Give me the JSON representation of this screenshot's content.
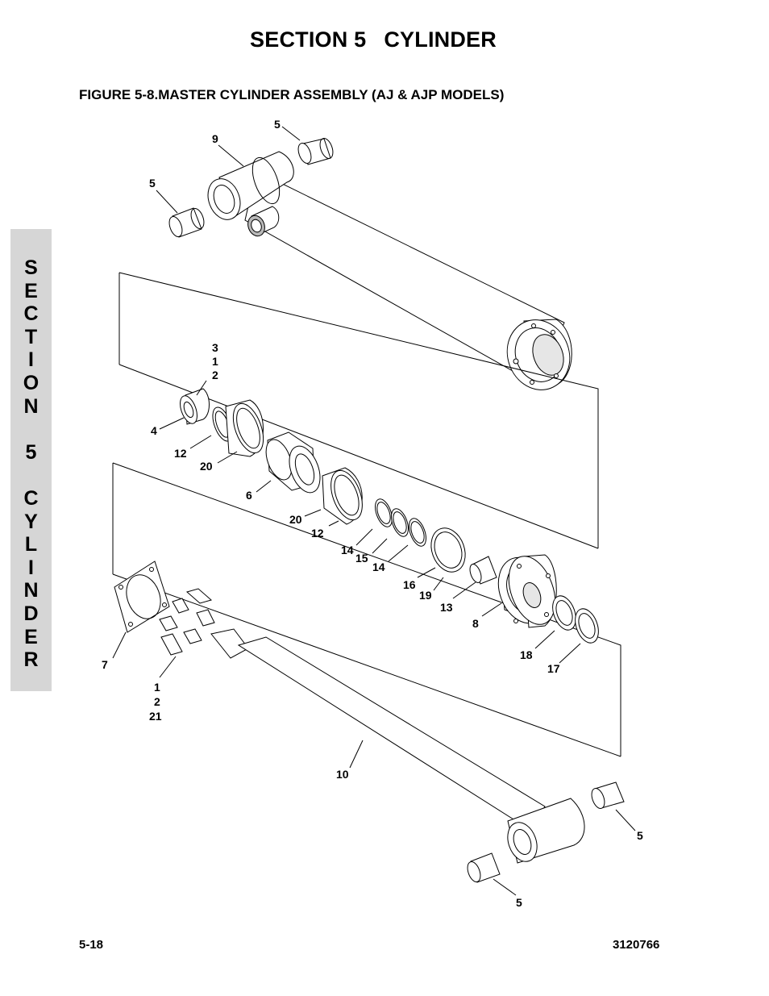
{
  "header": {
    "section": "SECTION 5",
    "topic": "CYLINDER"
  },
  "figure": {
    "title": "FIGURE 5-8.MASTER CYLINDER ASSEMBLY (AJ & AJP MODELS)"
  },
  "side_tab": {
    "letters": [
      "S",
      "E",
      "C",
      "T",
      "I",
      "O",
      "N",
      "",
      "5",
      "",
      "C",
      "Y",
      "L",
      "I",
      "N",
      "D",
      "E",
      "R"
    ]
  },
  "callouts": {
    "barrel": "9",
    "bushing_top_right": "5",
    "bushing_top_left": "5",
    "nut_stack": [
      "3",
      "1",
      "2"
    ],
    "nut": "4",
    "wear_ring_left_a": "12",
    "seal_left": "20",
    "piston": "6",
    "seal_right": "20",
    "wear_ring_right": "12",
    "backup_ring_a": "14",
    "oring": "15",
    "backup_ring_b": "14",
    "rod_seal": "16",
    "wiper_inner": "19",
    "rod_bushing": "13",
    "head": "8",
    "head_oring": "18",
    "wiper": "17",
    "flange": "7",
    "bolts_stack": [
      "1",
      "2",
      "21"
    ],
    "rod": "10",
    "bushing_bottom_right": "5",
    "bushing_bottom_left": "5"
  },
  "footer": {
    "page_number": "5-18",
    "doc_number": "3120766"
  }
}
